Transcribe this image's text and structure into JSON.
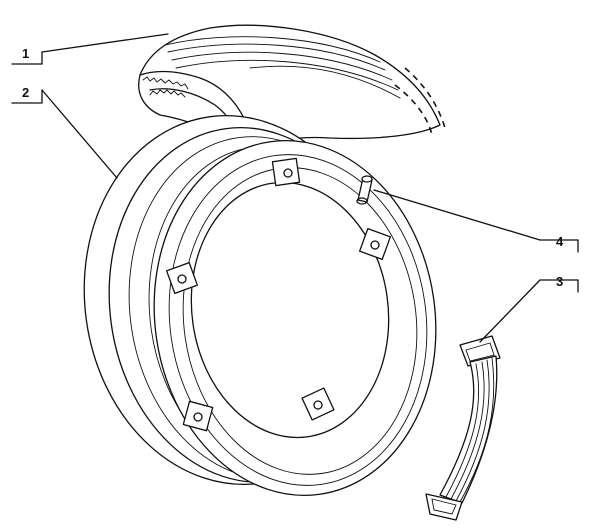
{
  "callouts": [
    {
      "label": "1",
      "part": "tyre"
    },
    {
      "label": "2",
      "part": "wheel rim"
    },
    {
      "label": "3",
      "part": "strap"
    },
    {
      "label": "4",
      "part": "valve"
    }
  ],
  "colors": {
    "ink": "#111111",
    "paper": "#ffffff"
  }
}
